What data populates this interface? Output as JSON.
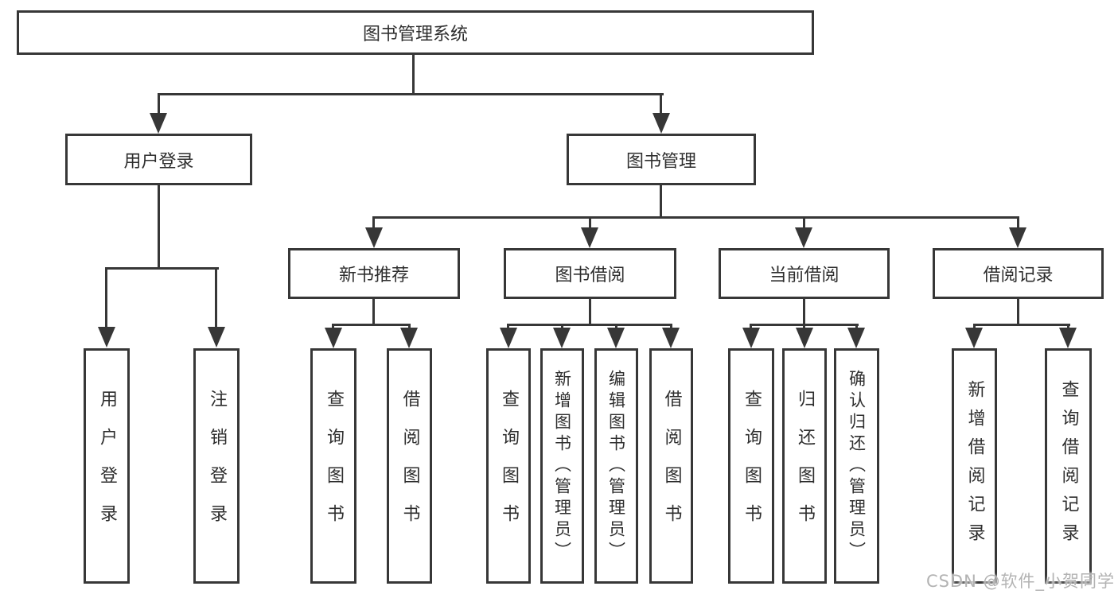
{
  "diagram": {
    "root": {
      "label": "图书管理系统"
    },
    "branches": [
      {
        "label": "用户登录",
        "leaves": [
          {
            "label": "用户登录"
          },
          {
            "label": "注销登录"
          }
        ]
      },
      {
        "label": "图书管理",
        "groups": [
          {
            "label": "新书推荐",
            "leaves": [
              {
                "label": "查询图书"
              },
              {
                "label": "借阅图书"
              }
            ]
          },
          {
            "label": "图书借阅",
            "leaves": [
              {
                "label": "查询图书"
              },
              {
                "label": "新增图书（管理员）"
              },
              {
                "label": "编辑图书（管理员）"
              },
              {
                "label": "借阅图书"
              }
            ]
          },
          {
            "label": "当前借阅",
            "leaves": [
              {
                "label": "查询图书"
              },
              {
                "label": "归还图书"
              },
              {
                "label": "确认归还（管理员）"
              }
            ]
          },
          {
            "label": "借阅记录",
            "leaves": [
              {
                "label": "新增借阅记录"
              },
              {
                "label": "查询借阅记录"
              }
            ]
          }
        ]
      }
    ]
  },
  "watermark": {
    "text": "CSDN @软件_小贺同学"
  },
  "colors": {
    "line": "#373737",
    "box_border": "#373737",
    "text": "#2e2e2e",
    "watermark": "#b3b3b3",
    "background": "#ffffff"
  }
}
